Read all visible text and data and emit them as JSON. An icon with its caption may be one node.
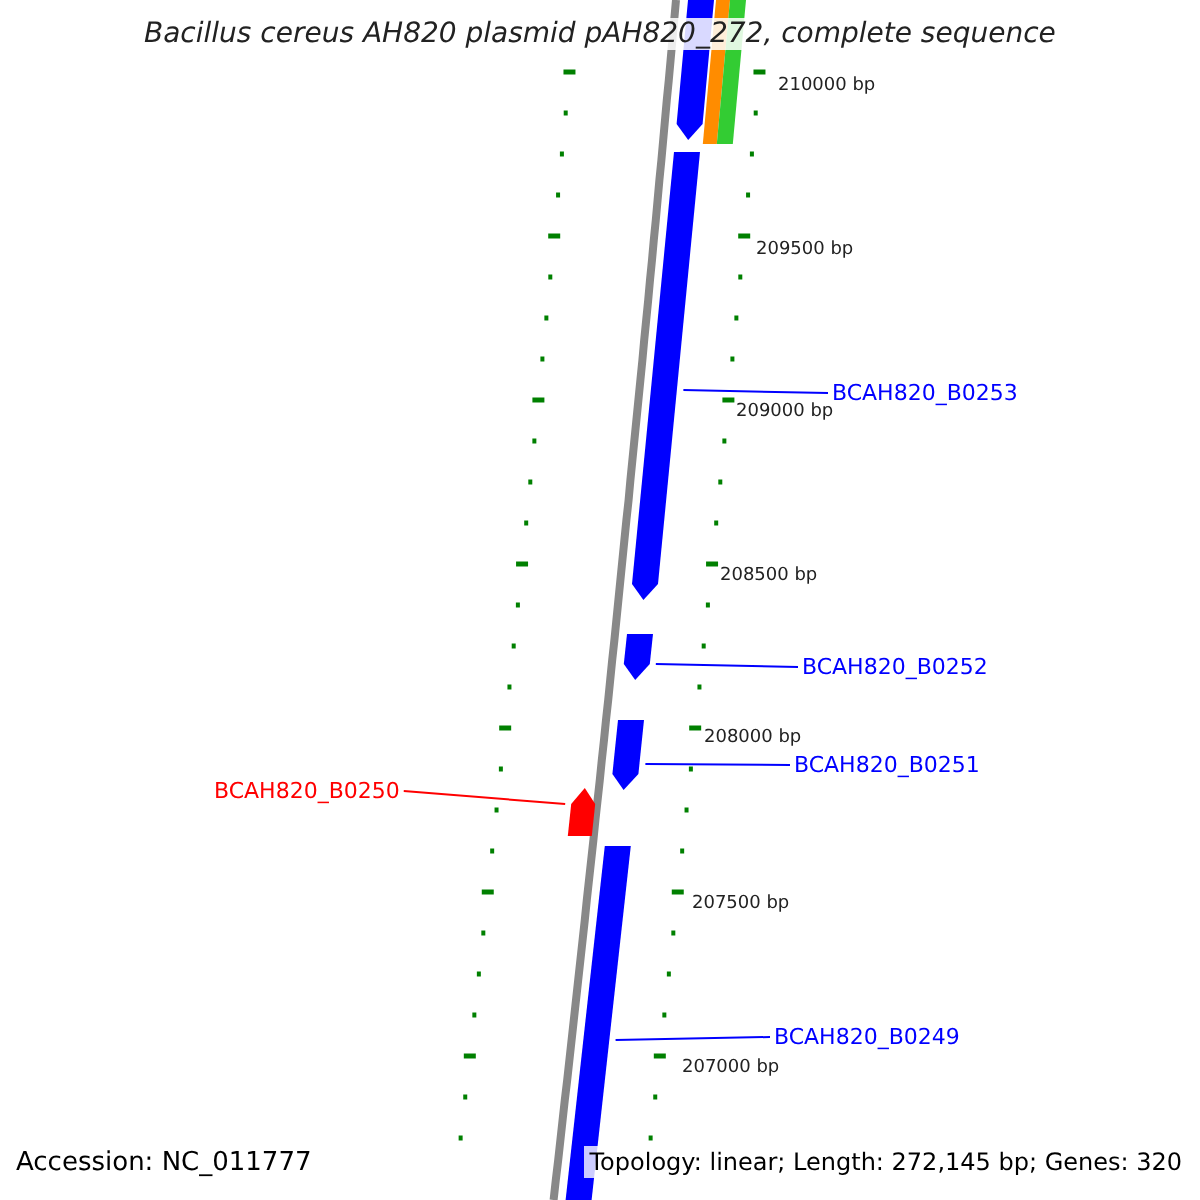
{
  "diagram": {
    "title": "Bacillus cereus AH820 plasmid pAH820_272, complete sequence",
    "nodes": [
      {
        "text": [],
        "shape": "bar"
      },
      {
        "text": [],
        "shape": "bar"
      },
      {
        "text": [],
        "shape": "arrow"
      },
      {
        "text": [
          "BCAH820_B0253"
        ]
      },
      {
        "text": [],
        "shape": "arrow"
      },
      {
        "text": [
          "BCAH820_B0252"
        ]
      },
      {
        "text": [],
        "shape": "arrow"
      },
      {
        "text": [
          "BCAH820_B0251"
        ]
      },
      {
        "text": [],
        "shape": "arrow"
      },
      {
        "text": [
          "BCAH820_B0250"
        ]
      },
      {
        "text": [],
        "shape": "arrow"
      },
      {
        "text": [],
        "shape": "bar"
      },
      {
        "text": [
          "BCAH820_B0249"
        ]
      }
    ],
    "edges": [
      {
        "from": 3,
        "to": 4,
        "arrow": "none"
      },
      {
        "from": 5,
        "to": 6,
        "arrow": "none"
      },
      {
        "from": 7,
        "to": 8,
        "arrow": "none"
      },
      {
        "from": 9,
        "to": 10,
        "arrow": "none",
        "color": "#ff0000"
      },
      {
        "from": 12,
        "to": 11,
        "arrow": "none"
      }
    ],
    "labels": [
      "210000 bp",
      "209500 bp",
      "209000 bp",
      "208500 bp",
      "208000 bp",
      "207500 bp",
      "207000 bp",
      "Accession: NC_011777",
      "Topology: linear; Length: 272,145 bp; Genes: 320"
    ]
  }
}
